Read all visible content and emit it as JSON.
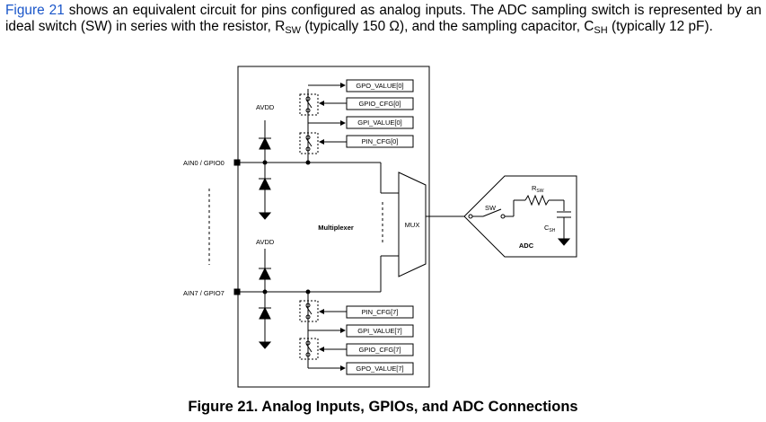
{
  "intro": {
    "figure_ref": "Figure 21",
    "p1": " shows an equivalent circuit for pins configured as analog inputs. The ADC sampling switch is represented by an ideal switch (SW) in series with the resistor, R",
    "p1_sub": "SW",
    "p2": " (typically 150 Ω), and the sampling capacitor, C",
    "p2_sub": "SH",
    "p3": " (typically 12 pF)."
  },
  "diagram": {
    "top_registers": [
      "GPO_VALUE[0]",
      "GPIO_CFG[0]",
      "GPI_VALUE[0]",
      "PIN_CFG[0]"
    ],
    "bottom_registers": [
      "PIN_CFG[7]",
      "GPI_VALUE[7]",
      "GPIO_CFG[7]",
      "GPO_VALUE[7]"
    ],
    "avdd_top": "AVDD",
    "avdd_bottom": "AVDD",
    "pin_top": "AIN0 / GPIO0",
    "pin_bottom": "AIN7 / GPIO7",
    "multiplexer": "Multiplexer",
    "mux": "MUX",
    "adc": "ADC",
    "sw": "SW",
    "rsw_main": "R",
    "rsw_sub": "SW",
    "csh_main": "C",
    "csh_sub": "SH"
  },
  "caption": "Figure 21.  Analog Inputs, GPIOs, and ADC Connections"
}
